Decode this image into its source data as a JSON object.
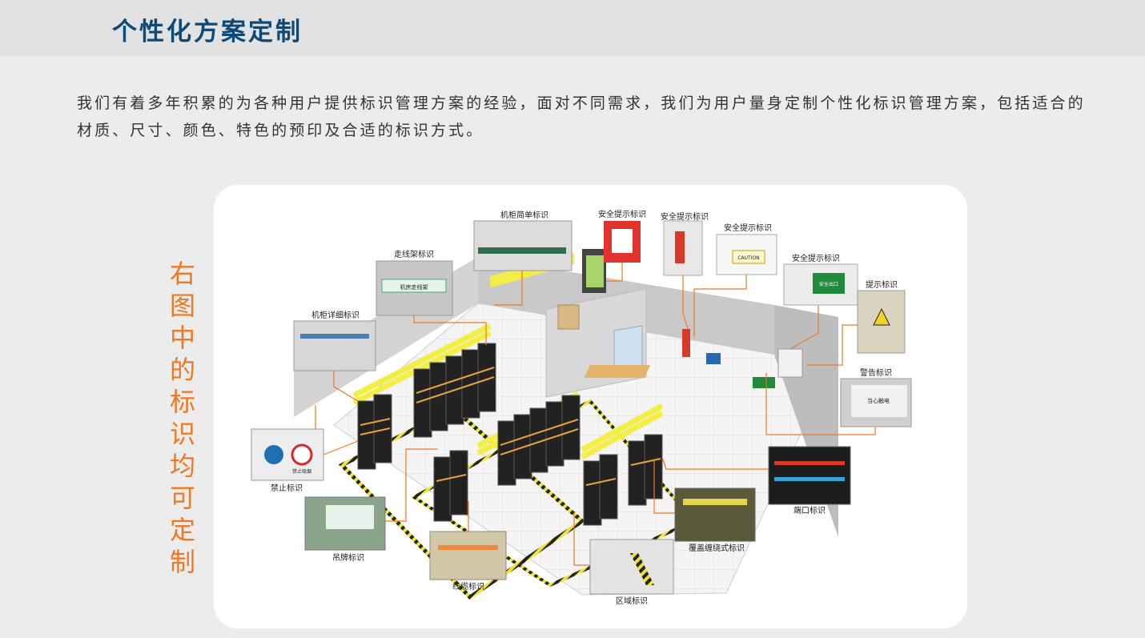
{
  "header": {
    "title": "个性化方案定制"
  },
  "intro": "我们有着多年积累的为各种用户提供标识管理方案的经验，面对不同需求，我们为用户量身定制个性化标识管理方案，包括适合的材质、尺寸、颜色、特色的预印及合适的标识方式。",
  "side_note": [
    "右",
    "图",
    "中",
    "的",
    "标",
    "识",
    "均",
    "可",
    "定",
    "制"
  ],
  "labels": {
    "cabinet_simple": "机柜简单标识",
    "safety_1": "安全提示标识",
    "safety_2": "安全提示标识",
    "safety_3": "安全提示标识",
    "safety_4": "安全提示标识",
    "cable_tray": "走线架标识",
    "cabinet_detail": "机柜详细标识",
    "hint": "提示标识",
    "warning": "警告标识",
    "prohibit": "禁止标识",
    "hanging_tag": "吊牌标识",
    "cable": "线缆标识",
    "port": "端口标识",
    "wrap": "覆盖缠绕式标识",
    "zone": "区域标识"
  },
  "photo_texts": {
    "tray_sign": "机房走线架",
    "caution": "CAUTION",
    "exit_sign": "安全出口",
    "warn_sign_1": "当心触电",
    "warn_sign_2": "禁止吸烟"
  },
  "colors": {
    "title": "#0d4a78",
    "accent": "#f07820",
    "leader": "#f07820",
    "cable_tray": "#f5f04a"
  }
}
